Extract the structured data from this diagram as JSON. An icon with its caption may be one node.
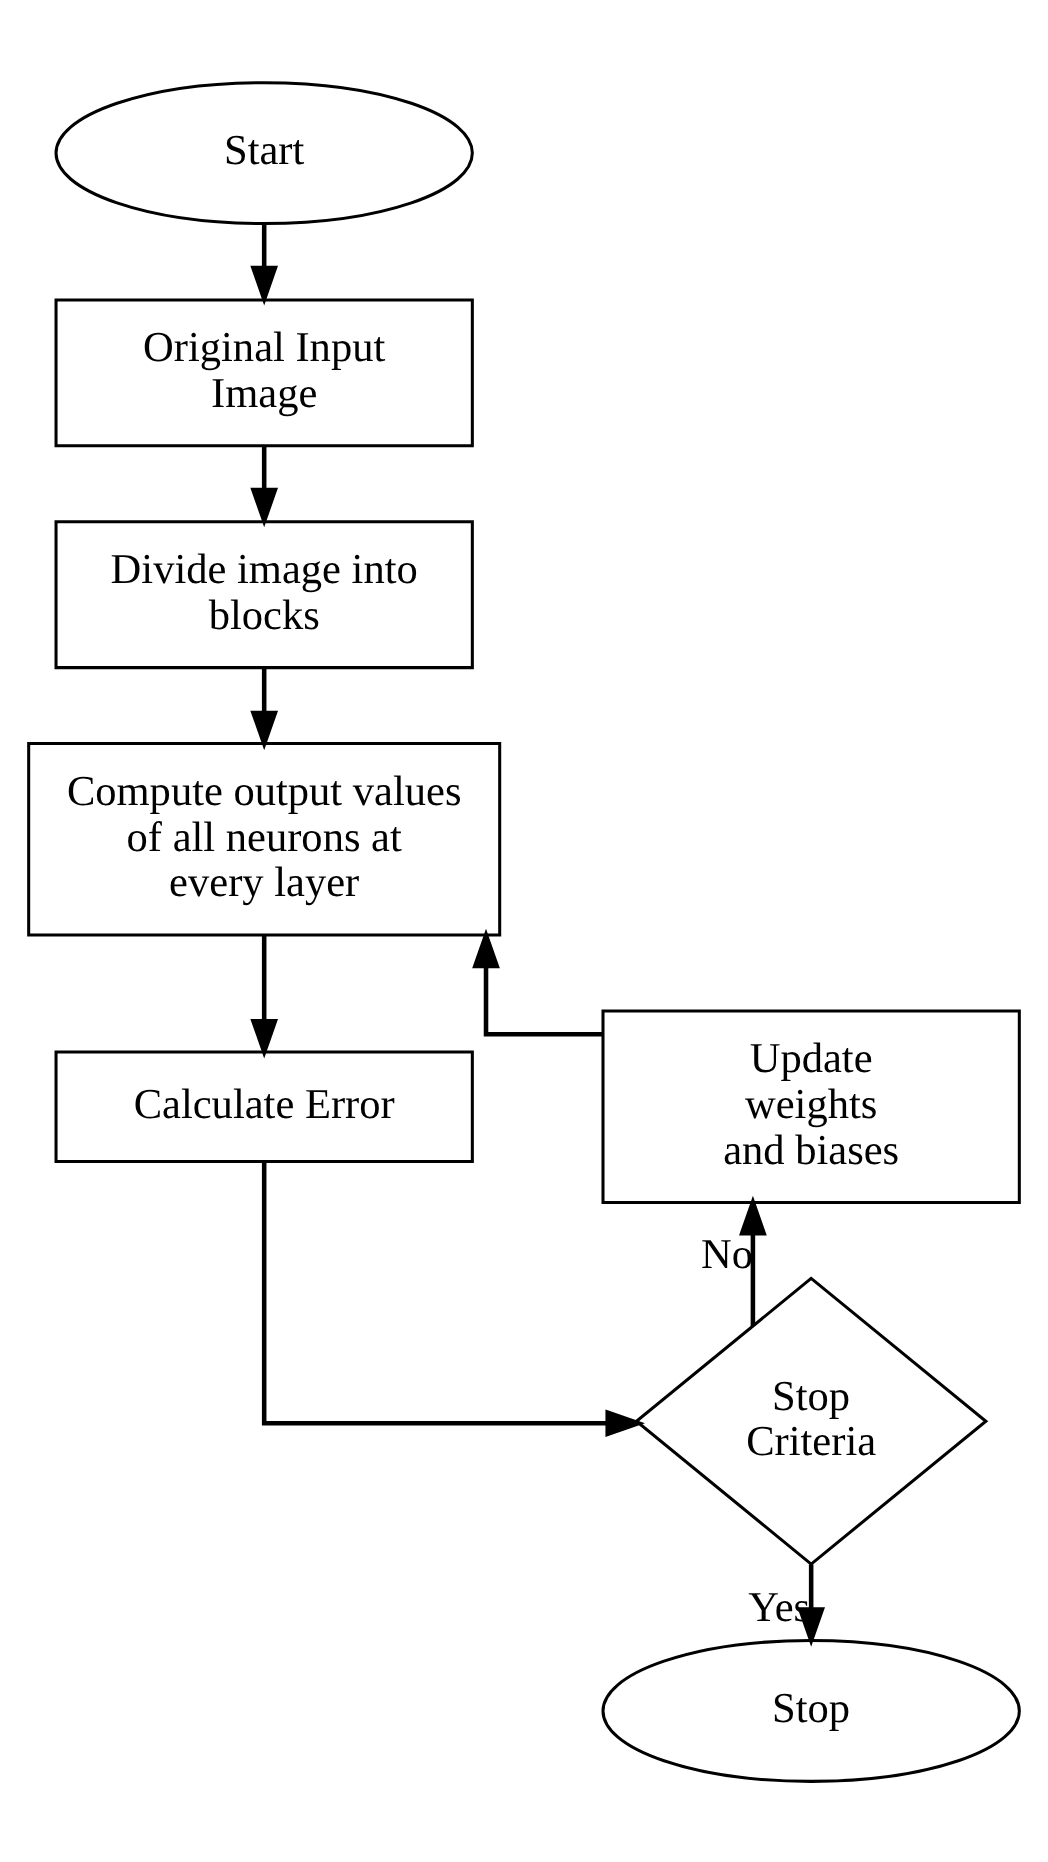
{
  "diagram": {
    "nodes": [
      {
        "text": [
          "Start"
        ]
      },
      {
        "text": [
          "Original Input Image"
        ]
      },
      {
        "text": [
          "Divide image into blocks"
        ]
      },
      {
        "text": [
          "Compute output values of all neurons at every layer"
        ]
      },
      {
        "text": [
          "Calculate Error"
        ]
      },
      {
        "text": [
          "Stop Criteria"
        ]
      },
      {
        "text": [
          "Update weights and biases"
        ]
      },
      {
        "text": [
          "Stop"
        ]
      }
    ],
    "edges": [
      {
        "from": 0,
        "to": 1,
        "arrow": "to"
      },
      {
        "from": 1,
        "to": 2,
        "arrow": "to"
      },
      {
        "from": 2,
        "to": 3,
        "arrow": "to"
      },
      {
        "from": 3,
        "to": 4,
        "arrow": "to"
      },
      {
        "from": 4,
        "to": 5,
        "arrow": "to"
      },
      {
        "from": 5,
        "to": 6,
        "arrow": "to",
        "label": "No"
      },
      {
        "from": 6,
        "to": 3,
        "arrow": "to"
      },
      {
        "from": 5,
        "to": 7,
        "arrow": "to",
        "label": "Yes"
      }
    ]
  }
}
